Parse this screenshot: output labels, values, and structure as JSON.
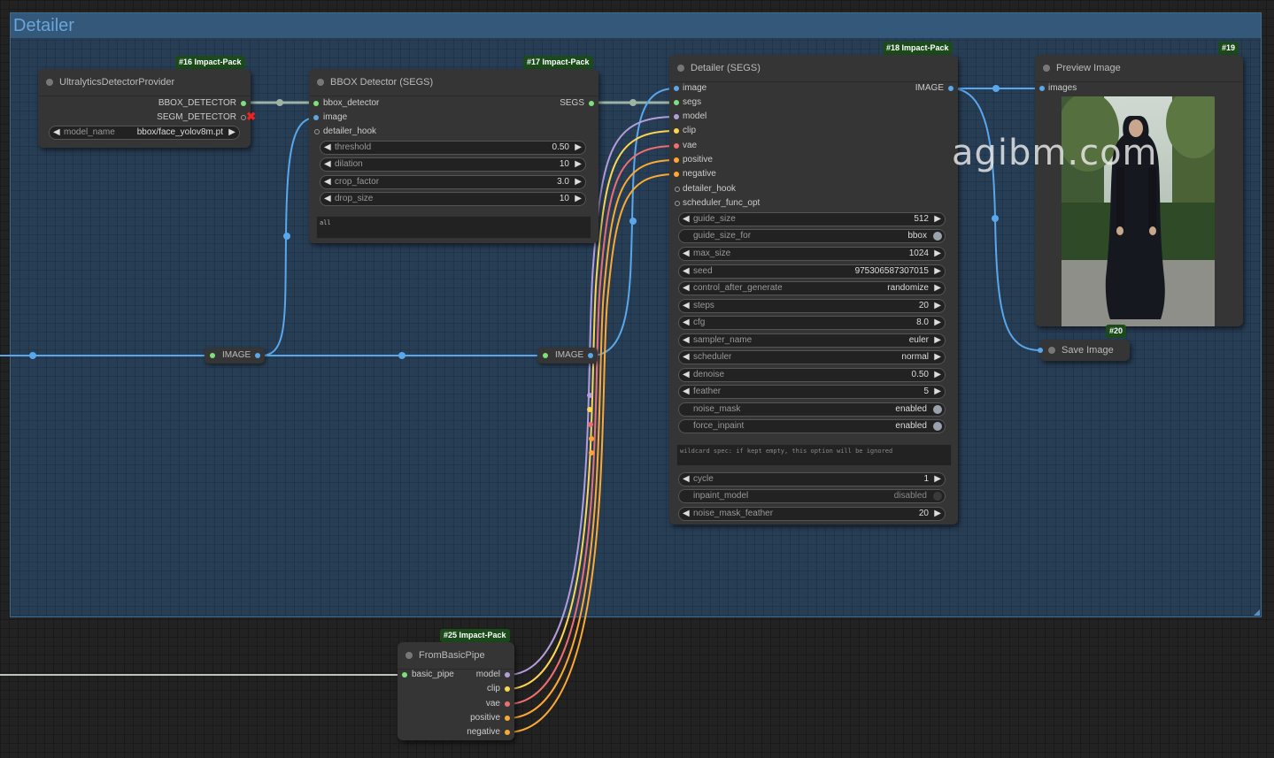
{
  "group": {
    "title": "Detailer"
  },
  "colors": {
    "image_wire": "#5aa7ec",
    "detector_wire": "#9db3a3",
    "model_wire": "#b39ddb",
    "clip_wire": "#ffd54f",
    "vae_wire": "#ef6f6f",
    "conditioning_wire": "#ffa931",
    "pipe_wire": "#b8c6b8",
    "group_bg": "#294460"
  },
  "nodes": {
    "ultralytics": {
      "badge": "#16 Impact-Pack",
      "title": "UltralyticsDetectorProvider",
      "outputs": [
        "BBOX_DETECTOR",
        "SEGM_DETECTOR"
      ],
      "model_name": {
        "label": "model_name",
        "value": "bbox/face_yolov8m.pt"
      }
    },
    "bbox_detector": {
      "badge": "#17 Impact-Pack",
      "title": "BBOX Detector (SEGS)",
      "inputs": [
        "bbox_detector",
        "image",
        "detailer_hook"
      ],
      "output": "SEGS",
      "widgets": [
        {
          "label": "threshold",
          "value": "0.50"
        },
        {
          "label": "dilation",
          "value": "10"
        },
        {
          "label": "crop_factor",
          "value": "3.0"
        },
        {
          "label": "drop_size",
          "value": "10"
        }
      ],
      "text": "all"
    },
    "detailer": {
      "badge": "#18 Impact-Pack",
      "title": "Detailer (SEGS)",
      "inputs": [
        "image",
        "segs",
        "model",
        "clip",
        "vae",
        "positive",
        "negative",
        "detailer_hook",
        "scheduler_func_opt"
      ],
      "output": "IMAGE",
      "widgets": [
        {
          "label": "guide_size",
          "value": "512"
        },
        {
          "label": "guide_size_for",
          "value": "bbox"
        },
        {
          "label": "max_size",
          "value": "1024"
        },
        {
          "label": "seed",
          "value": "975306587307015"
        },
        {
          "label": "control_after_generate",
          "value": "randomize"
        },
        {
          "label": "steps",
          "value": "20"
        },
        {
          "label": "cfg",
          "value": "8.0"
        },
        {
          "label": "sampler_name",
          "value": "euler"
        },
        {
          "label": "scheduler",
          "value": "normal"
        },
        {
          "label": "denoise",
          "value": "0.50"
        },
        {
          "label": "feather",
          "value": "5"
        },
        {
          "label": "noise_mask",
          "value": "enabled"
        },
        {
          "label": "force_inpaint",
          "value": "enabled"
        }
      ],
      "wildcard_placeholder": "wildcard spec: if kept empty, this option will be ignored",
      "widgets2": [
        {
          "label": "cycle",
          "value": "1"
        },
        {
          "label": "inpaint_model",
          "value": "disabled"
        },
        {
          "label": "noise_mask_feather",
          "value": "20"
        }
      ]
    },
    "preview": {
      "badge": "#19",
      "title": "Preview Image",
      "input": "images"
    },
    "save": {
      "badge": "#20",
      "title": "Save Image"
    },
    "from_basic_pipe": {
      "badge": "#25 Impact-Pack",
      "title": "FromBasicPipe",
      "input": "basic_pipe",
      "outputs": [
        "model",
        "clip",
        "vae",
        "positive",
        "negative"
      ]
    },
    "reroute1": {
      "label": "IMAGE"
    },
    "reroute2": {
      "label": "IMAGE"
    }
  },
  "watermark": "agibm.com"
}
